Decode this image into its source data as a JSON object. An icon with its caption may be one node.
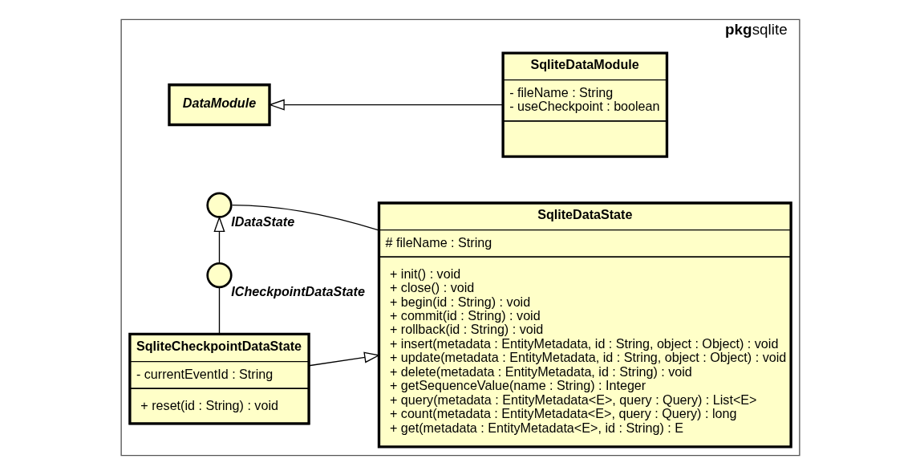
{
  "diagram": {
    "nodes": [
      {
        "text": [
          "pkg",
          "sqlite"
        ]
      },
      {
        "text": [
          "DataModule"
        ],
        "in": 0
      },
      {
        "text": [
          "SqliteDataModule",
          "- fileName : String",
          "- useCheckpoint : boolean"
        ],
        "in": 0
      },
      {
        "text": [
          "SqliteDataState",
          "# fileName : String",
          "+ init() : void",
          "+ close() : void",
          "+ begin(id : String) : void",
          "+ commit(id : String) : void",
          "+ rollback(id : String) : void",
          "+ insert(metadata : EntityMetadata, id : String, object : Object) : void",
          "+ update(metadata : EntityMetadata, id : String, object : Object) : void",
          "+ delete(metadata : EntityMetadata, id : String) : void",
          "+ getSequenceValue(name : String) : Integer",
          "+ query(metadata : EntityMetadata<E>, query : Query) : List<E>",
          "+ count(metadata : EntityMetadata<E>, query : Query) : long",
          "+ get(metadata : EntityMetadata<E>, id : String) : E"
        ],
        "in": 0
      },
      {
        "text": [
          "SqliteCheckpointDataState",
          "- currentEventId : String",
          "+ reset(id : String) : void"
        ],
        "in": 0
      },
      {
        "text": [
          "ICheckpointDataState"
        ],
        "in": 0
      },
      {
        "text": [
          "IDataState"
        ],
        "in": 0
      }
    ],
    "edges": [
      {
        "from": 2,
        "to": 1,
        "arrow": "to"
      },
      {
        "from": 4,
        "to": 3,
        "arrow": "to"
      },
      {
        "from": 4,
        "to": 5,
        "arrow": "none"
      },
      {
        "from": 5,
        "to": 6,
        "arrow": "to"
      },
      {
        "from": 3,
        "to": 6,
        "arrow": "none"
      }
    ]
  }
}
